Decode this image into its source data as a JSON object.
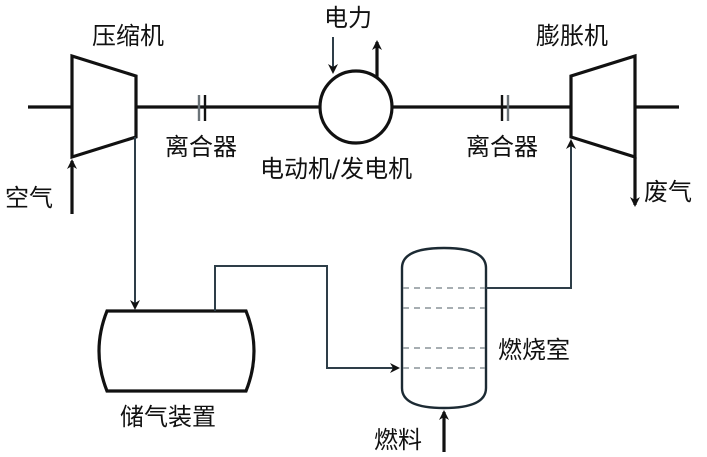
{
  "labels": {
    "compressor": "压缩机",
    "power": "电力",
    "expander": "膨胀机",
    "clutch_left": "离合器",
    "clutch_right": "离合器",
    "motor_generator": "电动机/发电机",
    "air": "空气",
    "exhaust": "废气",
    "storage": "储气装置",
    "combustor": "燃烧室",
    "fuel": "燃料"
  },
  "colors": {
    "line": "#111111",
    "pipe": "#2e3e48",
    "dashed": "#8a9499"
  }
}
